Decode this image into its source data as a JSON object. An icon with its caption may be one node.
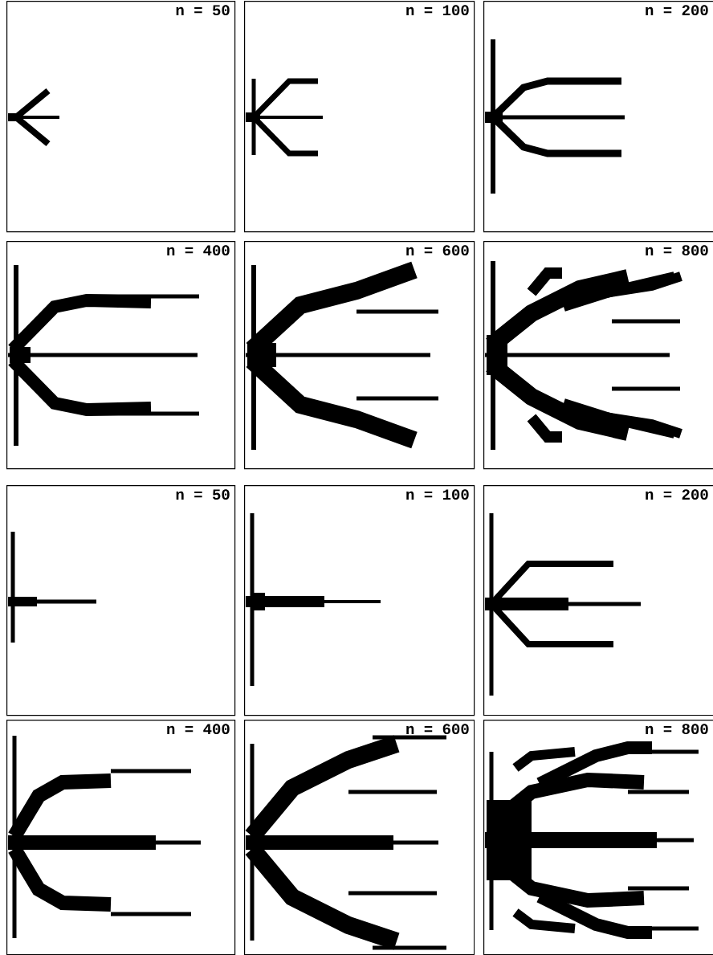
{
  "diagram": {
    "nodes": [
      {
        "text": [
          "n = 50"
        ]
      },
      {
        "text": [
          "n = 100"
        ]
      },
      {
        "text": [
          "n = 200"
        ]
      },
      {
        "text": [
          "n = 400"
        ]
      },
      {
        "text": [
          "n = 600"
        ]
      },
      {
        "text": [
          "n = 800"
        ]
      },
      {
        "text": [
          "n = 50"
        ]
      },
      {
        "text": [
          "n = 100"
        ]
      },
      {
        "text": [
          "n = 200"
        ]
      },
      {
        "text": [
          "n = 400"
        ]
      },
      {
        "text": [
          "n = 600"
        ]
      },
      {
        "text": [
          "n = 800"
        ]
      }
    ]
  }
}
